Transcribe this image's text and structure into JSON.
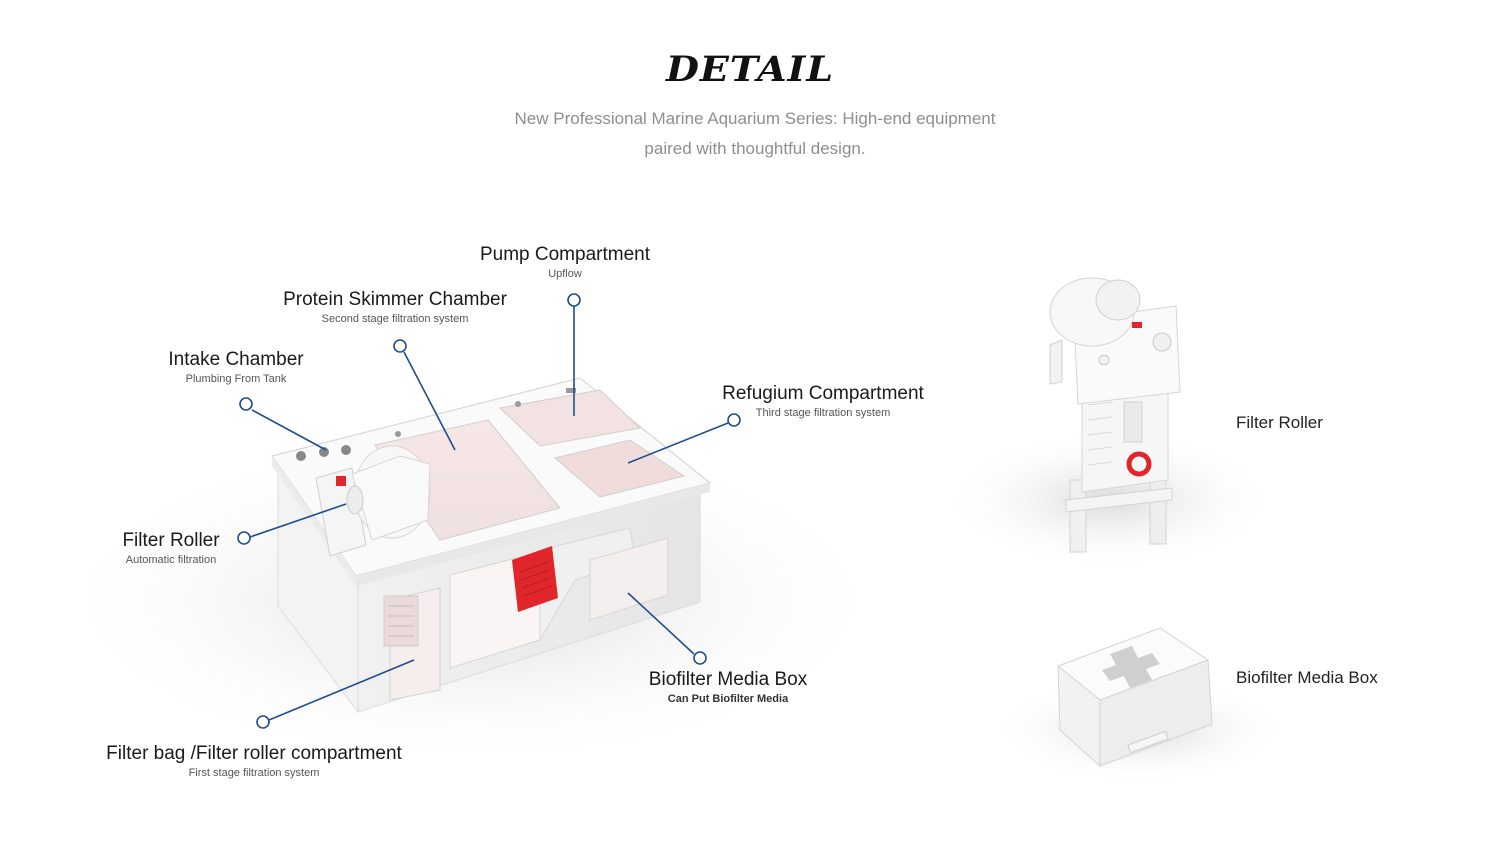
{
  "header": {
    "title": "DETAIL",
    "subtitle_line1": "New Professional Marine Aquarium Series: High-end equipment",
    "subtitle_line2": "paired with thoughtful design."
  },
  "callouts": {
    "pump": {
      "name": "Pump Compartment",
      "desc": "Upflow"
    },
    "skimmer": {
      "name": "Protein Skimmer Chamber",
      "desc": "Second stage filtration system"
    },
    "intake": {
      "name": "Intake Chamber",
      "desc": "Plumbing From Tank"
    },
    "refugium": {
      "name": "Refugium Compartment",
      "desc": "Third stage filtration system"
    },
    "filter_roller": {
      "name": "Filter Roller",
      "desc": "Automatic filtration"
    },
    "biofilter": {
      "name": "Biofilter Media Box",
      "desc": "Can Put Biofilter Media"
    },
    "filter_bag": {
      "name": "Filter bag /Filter roller compartment",
      "desc": "First stage filtration system"
    }
  },
  "side_products": {
    "filter_roller_label": "Filter Roller",
    "biofilter_box_label": "Biofilter Media Box"
  },
  "colors": {
    "leader_line": "#1f4e8c",
    "accent_red": "#e0262a",
    "title": "#111111",
    "subtitle": "#8e8e8e"
  }
}
